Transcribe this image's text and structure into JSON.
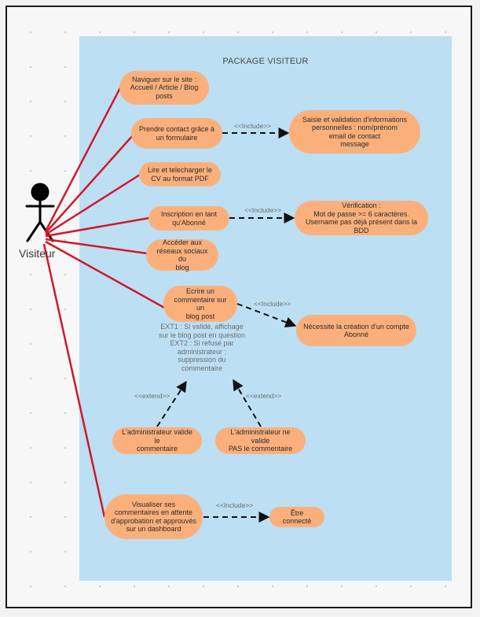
{
  "package": {
    "title": "PACKAGE VISITEUR"
  },
  "actor": {
    "label": "Visiteur"
  },
  "use_cases": {
    "naviguer": "Naviguer sur le site :\nAccueil / Article / Blog\nposts",
    "contact": "Prendre contact grâce à\nun formulaire",
    "saisie": "Saisie et validation d'informations\npersonnelles : nom/prénom\nemail de contact\nmessage",
    "cv": "Lire et telecharger le\nCV au format PDF",
    "inscription": "Inscription en tant\nqu'Abonné",
    "verification": "Vérification :\nMot de passe >= 6 caractères.\nUsername pas déjà présent dans la\nBDD",
    "reseaux": "Accéder aux\nréseaux sociaux du\nblog",
    "ecrire": "Ecrire un\ncommentaire sur un\nblog post",
    "necessite": "Nécessite la création d'un compte\nAbonné",
    "admin_valide": "L'administrateur valide le\ncommentaire",
    "admin_ne_valide": "L'administrateur ne valide\nPAS le commentaire",
    "visualiser": "Visualiser ses\ncommentaires en attente\nd'approbation et approuvés\nsur un dashboard",
    "etre_connecte": "Être connecté"
  },
  "relations": {
    "include": "<<Include>>",
    "extend": "<<extend>>"
  },
  "extension_note": "EXT1 : Si validé, affichage\nsur le blog post en question\nEXT2 : Si refusé par\nadministrateur :\nsuppression du\ncommentaire",
  "colors": {
    "package": "#bcdff3",
    "use_case": "#fbb07c",
    "association": "#d0182c",
    "dependency": "#111111"
  }
}
